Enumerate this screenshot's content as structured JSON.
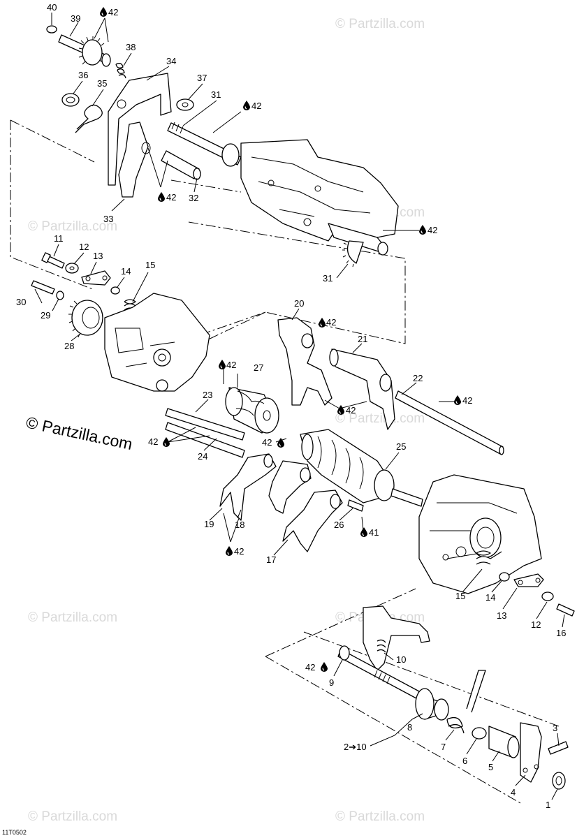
{
  "watermark": {
    "small": "© Partzilla.com",
    "large": "© Partzilla.com"
  },
  "drawing_code": "11T0502",
  "drop_symbol": "drop-icon",
  "labels": {
    "n1": "1",
    "n2_10": "2➔10",
    "n3": "3",
    "n4": "4",
    "n5": "5",
    "n6": "6",
    "n7": "7",
    "n8": "8",
    "n9": "9",
    "n10": "10",
    "n11": "11",
    "n12a": "12",
    "n12b": "12",
    "n13a": "13",
    "n13b": "13",
    "n14a": "14",
    "n14b": "14",
    "n15a": "15",
    "n15b": "15",
    "n16": "16",
    "n17": "17",
    "n18": "18",
    "n19": "19",
    "n20": "20",
    "n21": "21",
    "n22": "22",
    "n23": "23",
    "n24": "24",
    "n25": "25",
    "n26": "26",
    "n27": "27",
    "n28": "28",
    "n29": "29",
    "n30": "30",
    "n31a": "31",
    "n31b": "31",
    "n32": "32",
    "n33": "33",
    "n34": "34",
    "n35": "35",
    "n36": "36",
    "n37": "37",
    "n38": "38",
    "n39": "39",
    "n40": "40",
    "l42": "42",
    "l41": "41"
  }
}
